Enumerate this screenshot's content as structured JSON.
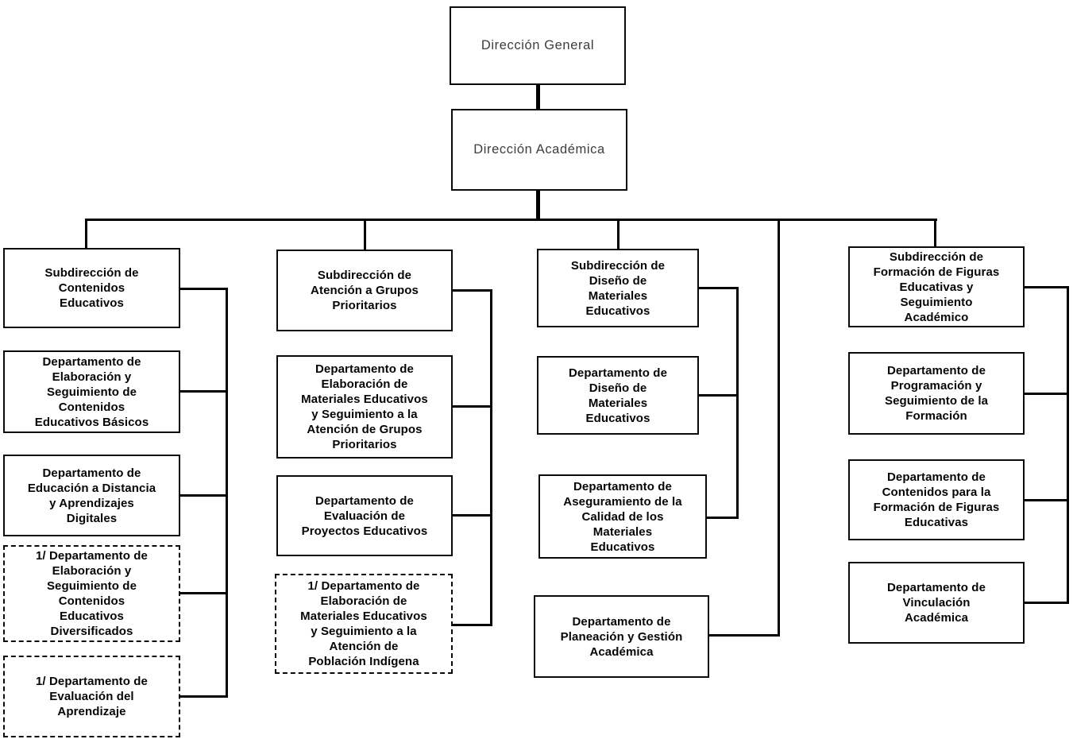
{
  "org": {
    "root": {
      "label": "Dirección General"
    },
    "level2": {
      "label": "Dirección Académica"
    },
    "columns": [
      {
        "subdireccion": {
          "label": "Subdirección de\nContenidos\nEducativos"
        },
        "departments": [
          {
            "label": "Departamento de\nElaboración y\nSeguimiento de\nContenidos\nEducativos Básicos",
            "dashed": false
          },
          {
            "label": "Departamento de\nEducación a Distancia\ny Aprendizajes\nDigitales",
            "dashed": false
          },
          {
            "label": "1/ Departamento de\nElaboración y\nSeguimiento de\nContenidos\nEducativos\nDiversificados",
            "dashed": true
          },
          {
            "label": "1/ Departamento de\nEvaluación del\nAprendizaje",
            "dashed": true
          }
        ]
      },
      {
        "subdireccion": {
          "label": "Subdirección de\nAtención a Grupos\nPrioritarios"
        },
        "departments": [
          {
            "label": "Departamento de\nElaboración de\nMateriales Educativos\ny Seguimiento a la\nAtención de Grupos\nPrioritarios",
            "dashed": false
          },
          {
            "label": "Departamento de\nEvaluación de\nProyectos Educativos",
            "dashed": false
          },
          {
            "label": "1/ Departamento de\nElaboración de\nMateriales Educativos\ny Seguimiento a la\nAtención de\nPoblación Indígena",
            "dashed": true
          }
        ]
      },
      {
        "subdireccion": {
          "label": "Subdirección de\nDiseño de\nMateriales\nEducativos"
        },
        "departments": [
          {
            "label": "Departamento de\nDiseño de\nMateriales\nEducativos",
            "dashed": false
          },
          {
            "label": "Departamento de\nAseguramiento de la\nCalidad de los\nMateriales\nEducativos",
            "dashed": false
          },
          {
            "label": "Departamento de\nPlaneación y Gestión\nAcadémica",
            "dashed": false
          }
        ]
      },
      {
        "subdireccion": {
          "label": "Subdirección de\nFormación de Figuras\nEducativas y\nSeguimiento\nAcadémico"
        },
        "departments": [
          {
            "label": "Departamento de\nProgramación y\nSeguimiento de la\nFormación",
            "dashed": false
          },
          {
            "label": "Departamento de\nContenidos para la\nFormación de Figuras\nEducativas",
            "dashed": false
          },
          {
            "label": "Departamento de\nVinculación\nAcadémica",
            "dashed": false
          }
        ]
      }
    ],
    "colors": {
      "line": "#000000",
      "box_border": "#0a0a0a",
      "text": "#050505",
      "top_text": "#3d3d3d",
      "background": "#ffffff"
    }
  }
}
